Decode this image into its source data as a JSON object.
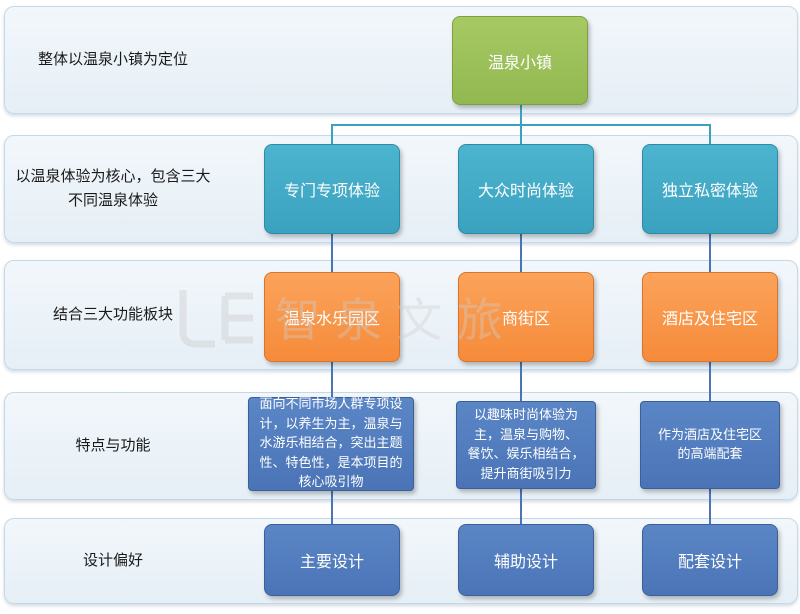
{
  "rows": [
    {
      "label": "整体以温泉小镇为定位"
    },
    {
      "label": "以温泉体验为核心，包含三大\n不同温泉体验"
    },
    {
      "label": "结合三大功能板块"
    },
    {
      "label": "特点与功能"
    },
    {
      "label": "设计偏好"
    }
  ],
  "top": {
    "label": "温泉小镇"
  },
  "experiences": [
    {
      "label": "专门专项体验"
    },
    {
      "label": "大众时尚体验"
    },
    {
      "label": "独立私密体验"
    }
  ],
  "zones": [
    {
      "label": "温泉水乐园区"
    },
    {
      "label": "商街区"
    },
    {
      "label": "酒店及住宅区"
    }
  ],
  "features": [
    {
      "text": "面向不同市场人群专项设\n计，以养生为主，温泉与\n水游乐相结合，突出主题\n性、特色性，是本项目的\n核心吸引物"
    },
    {
      "text": "以趣味时尚体验为\n主，温泉与购物、\n餐饮、娱乐相结合，\n提升商街吸引力"
    },
    {
      "text": "作为酒店及住宅区\n的高端配套"
    }
  ],
  "design": [
    {
      "label": "主要设计"
    },
    {
      "label": "辅助设计"
    },
    {
      "label": "配套设计"
    }
  ],
  "watermark": {
    "text": "智 泉 文 旅"
  },
  "colors": {
    "green": "#9bc05a",
    "teal": "#40a8c4",
    "orange": "#f7943f",
    "blue": "#4f7bbd"
  }
}
